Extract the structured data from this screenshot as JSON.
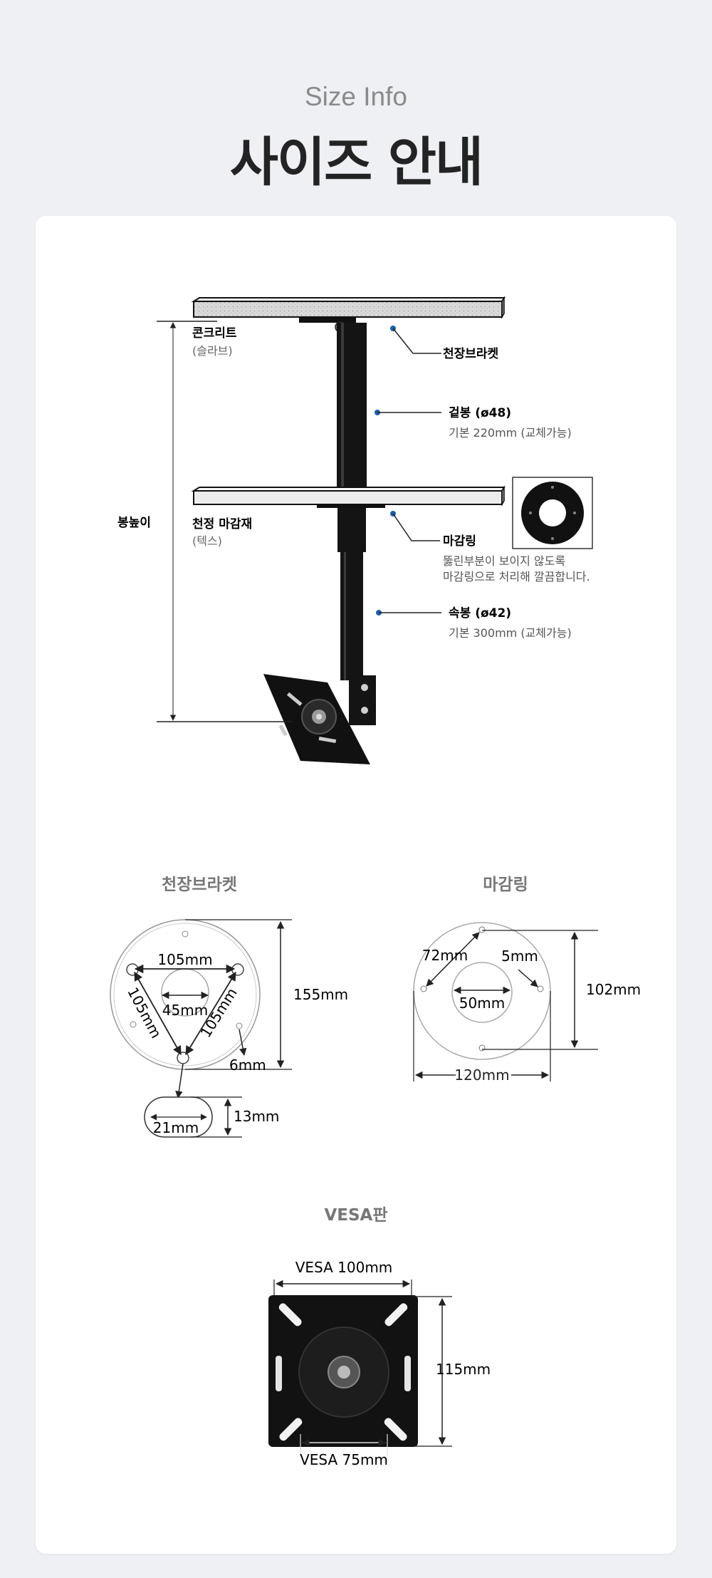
{
  "header": {
    "subtitle": "Size Info",
    "title": "사이즈 안내"
  },
  "main_diagram": {
    "concrete_label": "콘크리트",
    "concrete_sub": "(슬라브)",
    "ceiling_label": "천정 마감재",
    "ceiling_sub": "(텍스)",
    "pole_height_label": "봉높이",
    "bracket_label": "천장브라켓",
    "outer_pole_label": "겉봉 (ø48)",
    "outer_pole_sub": "기본 220mm (교체가능)",
    "ring_label": "마감링",
    "ring_desc_1": "뚫린부분이 보이지 않도록",
    "ring_desc_2": "마감링으로 처리해 깔끔합니다.",
    "inner_pole_label": "속봉 (ø42)",
    "inner_pole_sub": "기본 300mm (교체가능)"
  },
  "bracket_detail": {
    "title": "천장브라켓",
    "dim_top": "105mm",
    "dim_left": "105mm",
    "dim_right": "105mm",
    "dim_center": "45mm",
    "dim_height": "155mm",
    "dim_hole": "6mm",
    "slot_width": "21mm",
    "slot_height": "13mm"
  },
  "ring_detail": {
    "title": "마감링",
    "dim_spacing": "72mm",
    "dim_hole": "5mm",
    "dim_center": "50mm",
    "dim_height": "102mm",
    "dim_width": "120mm"
  },
  "vesa_detail": {
    "title": "VESA판",
    "dim_top": "VESA 100mm",
    "dim_bottom": "VESA 75mm",
    "dim_height": "115mm"
  },
  "colors": {
    "accent_dot": "#1f5fa8",
    "pole": "#141414",
    "line": "#333333",
    "background": "#eef0f4"
  }
}
